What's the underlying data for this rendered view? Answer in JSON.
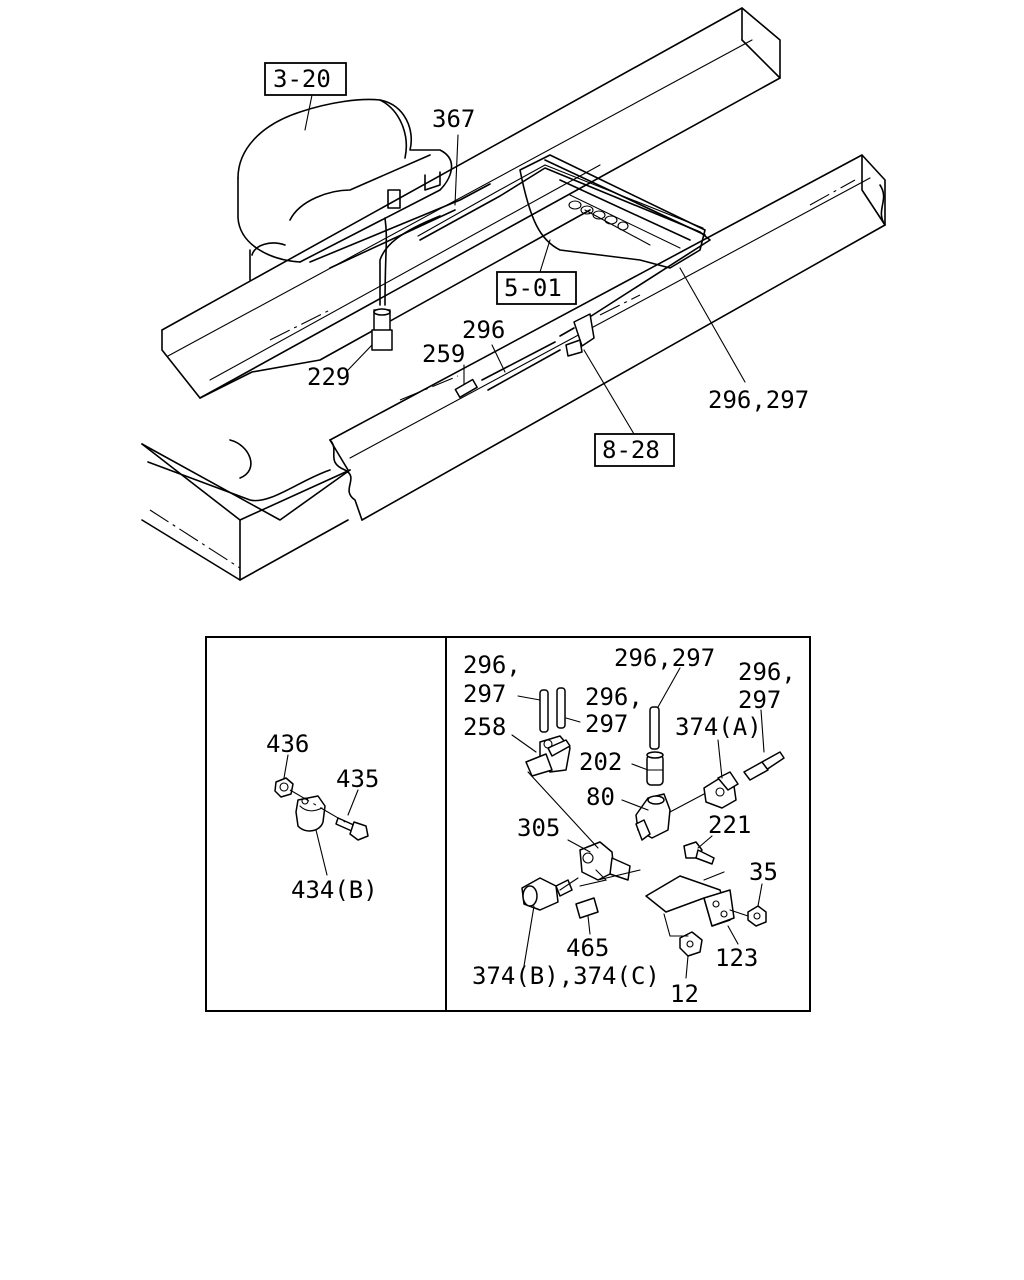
{
  "diagram": {
    "references": [
      {
        "id": "ref-3-20",
        "text": "3-20"
      },
      {
        "id": "ref-5-01",
        "text": "5-01"
      },
      {
        "id": "ref-8-28",
        "text": "8-28"
      }
    ],
    "upper_labels": {
      "p367": "367",
      "p229": "229",
      "p296": "296",
      "p259": "259",
      "p296_297": "296,297"
    },
    "left_panel_labels": {
      "p436": "436",
      "p435": "435",
      "p434b": "434(B)"
    },
    "right_panel_labels": {
      "p296a_1": "296,",
      "p296a_2": "297",
      "p296b_1": "296,",
      "p296b_2": "297",
      "p296c": "296,297",
      "p296d_1": "296,",
      "p296d_2": "297",
      "p258": "258",
      "p202": "202",
      "p374a": "374(A)",
      "p80": "80",
      "p305": "305",
      "p221": "221",
      "p35": "35",
      "p465": "465",
      "p123": "123",
      "p374bc": "374(B),374(C)",
      "p12": "12"
    }
  }
}
